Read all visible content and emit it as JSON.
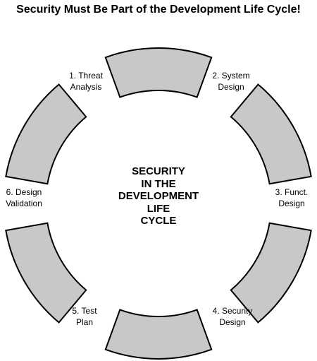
{
  "title": "Security Must Be Part of the Development Life Cycle!",
  "center_lines": [
    "SECURITY",
    "IN THE",
    "DEVELOPMENT",
    "LIFE",
    "CYCLE"
  ],
  "stages": [
    {
      "lines": [
        "1. Threat",
        "Analysis"
      ]
    },
    {
      "lines": [
        "2. System",
        "Design"
      ]
    },
    {
      "lines": [
        "3. Funct.",
        "Design"
      ]
    },
    {
      "lines": [
        "4. Security",
        "Design"
      ]
    },
    {
      "lines": [
        "5. Test",
        "Plan"
      ]
    },
    {
      "lines": [
        "6. Design",
        "Validation"
      ]
    }
  ],
  "colors": {
    "segment_fill": "#c8c8c8",
    "segment_stroke": "#000000"
  }
}
